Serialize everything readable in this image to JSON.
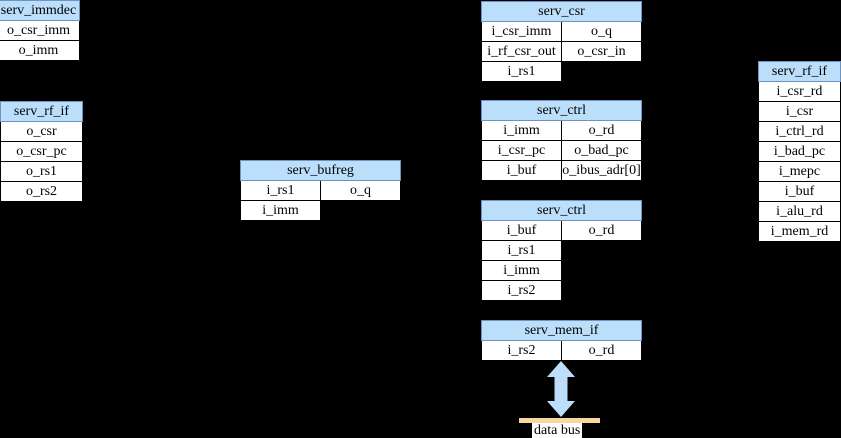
{
  "diagram_title": "SERV module port diagram",
  "colors": {
    "background": "#000000",
    "header_fill": "#BBDEFB",
    "header_border": "#6E93BE",
    "cell_fill": "#FFFFFF",
    "cell_border": "#000000",
    "text": "#000000",
    "arrow": "#BCDEFB",
    "bus_bar": "#FAD6A2"
  },
  "tables": [
    {
      "id": "immdec",
      "title": "serv_immdec",
      "rows": [
        [
          "o_csr_imm"
        ],
        [
          "o_imm"
        ]
      ]
    },
    {
      "id": "rf_if_left",
      "title": "serv_rf_if",
      "rows": [
        [
          "o_csr"
        ],
        [
          "o_csr_pc"
        ],
        [
          "o_rs1"
        ],
        [
          "o_rs2"
        ]
      ]
    },
    {
      "id": "bufreg",
      "title": "serv_bufreg",
      "rows": [
        [
          "i_rs1",
          "o_q"
        ],
        [
          "i_imm",
          null
        ]
      ]
    },
    {
      "id": "csr",
      "title": "serv_csr",
      "rows": [
        [
          "i_csr_imm",
          "o_q"
        ],
        [
          "i_rf_csr_out",
          "o_csr_in"
        ],
        [
          "i_rs1",
          null
        ]
      ]
    },
    {
      "id": "ctrl_top",
      "title": "serv_ctrl",
      "rows": [
        [
          "i_imm",
          "o_rd"
        ],
        [
          "i_csr_pc",
          "o_bad_pc"
        ],
        [
          "i_buf",
          "o_ibus_adr[0]"
        ]
      ]
    },
    {
      "id": "ctrl_bottom",
      "title": "serv_ctrl",
      "rows": [
        [
          "i_buf",
          "o_rd"
        ],
        [
          "i_rs1",
          null
        ],
        [
          "i_imm",
          null
        ],
        [
          "i_rs2",
          null
        ]
      ]
    },
    {
      "id": "rf_if_right",
      "title": "serv_rf_if",
      "rows": [
        [
          "i_csr_rd"
        ],
        [
          "i_csr"
        ],
        [
          "i_ctrl_rd"
        ],
        [
          "i_bad_pc"
        ],
        [
          "i_mepc"
        ],
        [
          "i_buf"
        ],
        [
          "i_alu_rd"
        ],
        [
          "i_mem_rd"
        ]
      ]
    },
    {
      "id": "mem_if",
      "title": "serv_mem_if",
      "rows": [
        [
          "i_rs2",
          "o_rd"
        ]
      ]
    }
  ],
  "bus": {
    "label": "data bus"
  },
  "icons": {
    "bus_arrow": "double-vertical-arrow"
  }
}
